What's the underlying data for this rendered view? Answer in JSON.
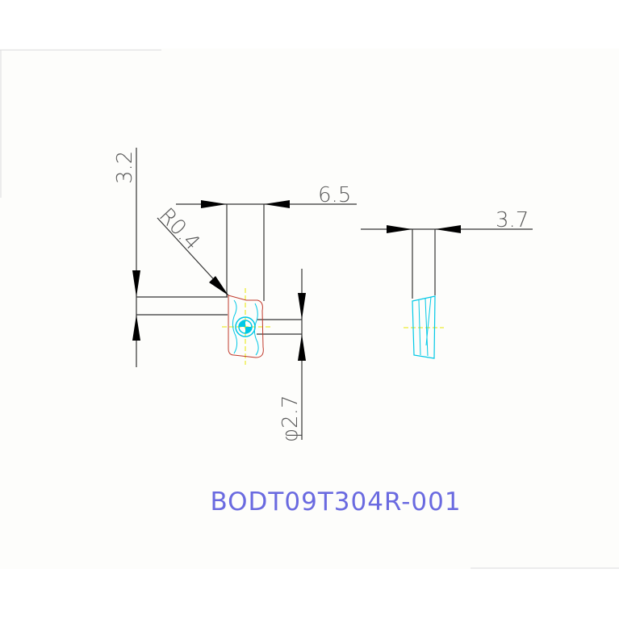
{
  "colors": {
    "background": "#ffffff",
    "paper": "#fdfdfb",
    "line": "#333333",
    "arrow": "#000000",
    "dim_text": "#5a5a5a",
    "part_text": "#6a6ae0",
    "insert_outline": "#c0392b",
    "insert_detail": "#00c8e6",
    "center_mark": "#e6e600"
  },
  "dimensions": {
    "height_32": "3.2",
    "width_65": "6.5",
    "radius": "R0.4",
    "hole_diameter": "φ2.7",
    "thickness_37": "3.7"
  },
  "part_number": "BODT09T304R-001"
}
